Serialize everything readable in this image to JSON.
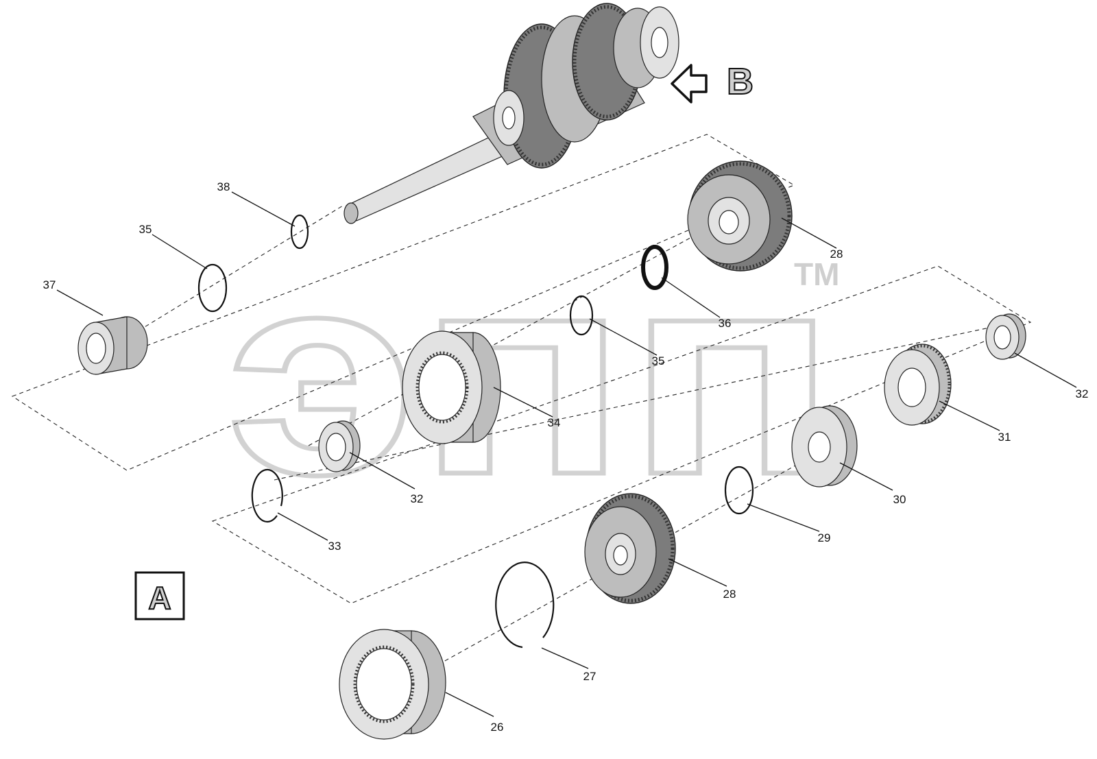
{
  "watermark": {
    "text": "эпп",
    "trademark": "TM"
  },
  "view_labels": {
    "a": "A",
    "b": "B"
  },
  "callouts": [
    {
      "id": "c38",
      "label": "38"
    },
    {
      "id": "c35a",
      "label": "35"
    },
    {
      "id": "c37",
      "label": "37"
    },
    {
      "id": "c28a",
      "label": "28"
    },
    {
      "id": "c36",
      "label": "36"
    },
    {
      "id": "c35b",
      "label": "35"
    },
    {
      "id": "c34",
      "label": "34"
    },
    {
      "id": "c32a",
      "label": "32"
    },
    {
      "id": "c33",
      "label": "33"
    },
    {
      "id": "c32b",
      "label": "32"
    },
    {
      "id": "c31",
      "label": "31"
    },
    {
      "id": "c30",
      "label": "30"
    },
    {
      "id": "c29",
      "label": "29"
    },
    {
      "id": "c28b",
      "label": "28"
    },
    {
      "id": "c27",
      "label": "27"
    },
    {
      "id": "c26",
      "label": "26"
    }
  ],
  "colors": {
    "line": "#111111",
    "watermark_stroke": "#d4d4d4",
    "part_fill": "#bdbdbd"
  }
}
